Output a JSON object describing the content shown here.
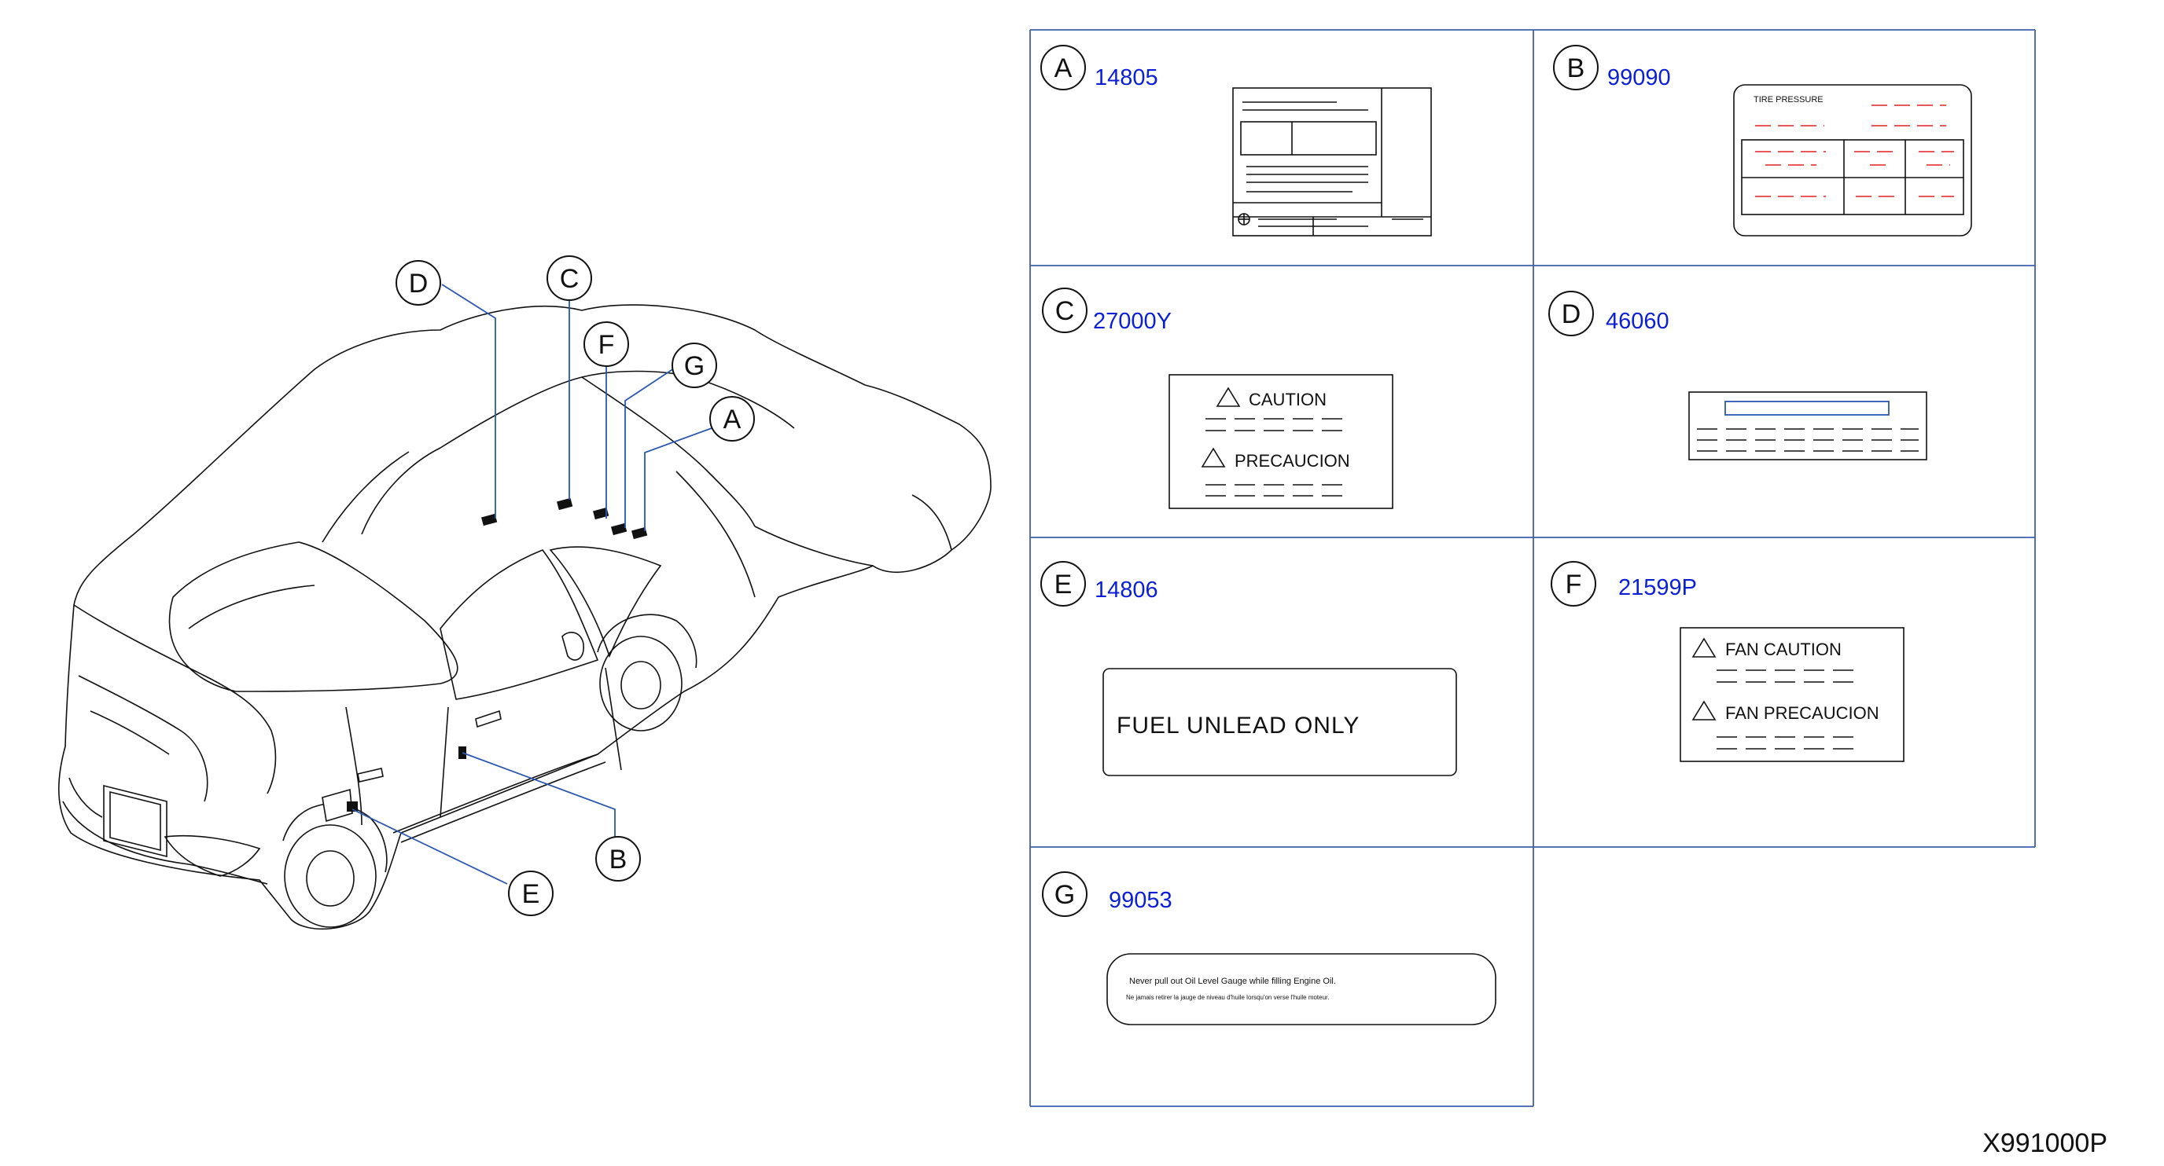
{
  "callouts": {
    "A": "A",
    "B": "B",
    "C": "C",
    "D": "D",
    "E": "E",
    "F": "F",
    "G": "G"
  },
  "panels": [
    {
      "letter": "A",
      "part_no": "14805"
    },
    {
      "letter": "B",
      "part_no": "99090",
      "label_text": "TIRE   PRESSURE"
    },
    {
      "letter": "C",
      "part_no": "27000Y",
      "label_lines": [
        "CAUTION",
        "PRECAUCION"
      ]
    },
    {
      "letter": "D",
      "part_no": "46060"
    },
    {
      "letter": "E",
      "part_no": "14806",
      "label_text": "FUEL   UNLEAD   ONLY"
    },
    {
      "letter": "F",
      "part_no": "21599P",
      "label_lines": [
        "FAN  CAUTION",
        "FAN  PRECAUCION"
      ]
    },
    {
      "letter": "G",
      "part_no": "99053",
      "label_line1": "Never    pull    out    Oil    Level    Gauge    while    filling    Engine    Oil.",
      "label_line2": "Ne     jamais     retirer     la     jauge     de     niveau     d'huile     lorsqu'on     verse     l'huile     moteur."
    }
  ],
  "diagram_code": "X991000P",
  "colors": {
    "part_number": "#0b1fd6",
    "leader": "#2a57b0",
    "grid": "#3f5fae",
    "tire_dash": "#e02020"
  }
}
